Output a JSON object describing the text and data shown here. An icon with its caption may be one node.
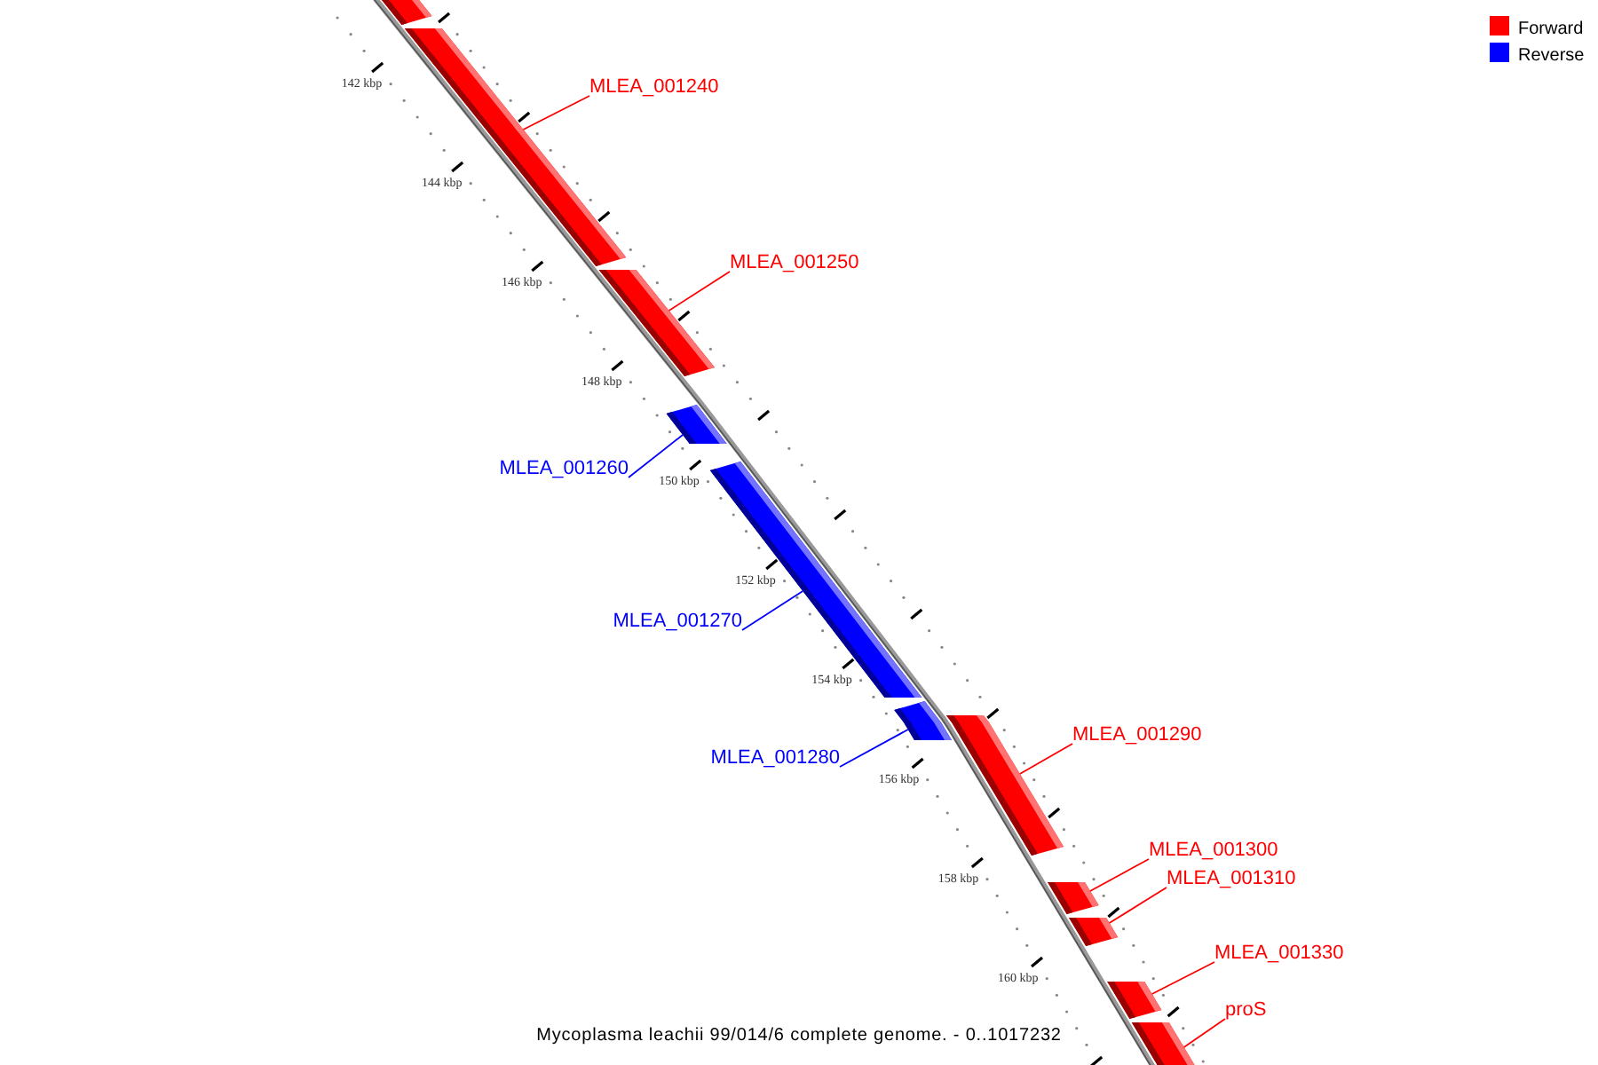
{
  "diagram": {
    "caption": "Mycoplasma leachii 99/014/6 complete genome. - 0..1017232",
    "nodes": [
      {
        "text": [],
        "shape": "bar"
      },
      {
        "text": [
          "MLEA_001240"
        ]
      },
      {
        "text": [],
        "shape": "bar"
      },
      {
        "text": [
          "MLEA_001250"
        ]
      },
      {
        "text": [],
        "shape": "bar"
      },
      {
        "text": [
          "MLEA_001260"
        ]
      },
      {
        "text": [],
        "shape": "bar"
      },
      {
        "text": [
          "MLEA_001270"
        ]
      },
      {
        "text": [],
        "shape": "bar"
      },
      {
        "text": [
          "MLEA_001280"
        ]
      },
      {
        "text": [],
        "shape": "bar"
      },
      {
        "text": [
          "MLEA_001290"
        ]
      },
      {
        "text": [],
        "shape": "bar"
      },
      {
        "text": [
          "MLEA_001300"
        ]
      },
      {
        "text": [],
        "shape": "bar"
      },
      {
        "text": [
          "MLEA_001310"
        ]
      },
      {
        "text": [],
        "shape": "bar"
      },
      {
        "text": [
          "MLEA_001330"
        ]
      },
      {
        "text": [],
        "shape": "bar"
      },
      {
        "text": [
          "proS"
        ]
      },
      {
        "text": [],
        "shape": "bar"
      }
    ],
    "edges": [
      {
        "from": 1,
        "to": 2,
        "arrow": "none"
      },
      {
        "from": 3,
        "to": 4,
        "arrow": "none"
      },
      {
        "from": 5,
        "to": 6,
        "arrow": "none",
        "color": "#0000ff"
      },
      {
        "from": 7,
        "to": 8,
        "arrow": "none",
        "color": "#0000ff"
      },
      {
        "from": 9,
        "to": 10,
        "arrow": "none",
        "color": "#0000ff"
      },
      {
        "from": 11,
        "to": 12,
        "arrow": "none"
      },
      {
        "from": 13,
        "to": 14,
        "arrow": "none"
      },
      {
        "from": 15,
        "to": 16,
        "arrow": "none"
      },
      {
        "from": 17,
        "to": 18,
        "arrow": "none"
      },
      {
        "from": 19,
        "to": 20,
        "arrow": "none"
      }
    ],
    "labels": [
      "142 kbp",
      "144 kbp",
      "146 kbp",
      "148 kbp",
      "150 kbp",
      "152 kbp",
      "154 kbp",
      "156 kbp",
      "158 kbp",
      "160 kbp"
    ],
    "legend": [
      {
        "text": "Forward",
        "color": "#ff0000"
      },
      {
        "text": "Reverse",
        "color": "#0000ff"
      }
    ]
  }
}
